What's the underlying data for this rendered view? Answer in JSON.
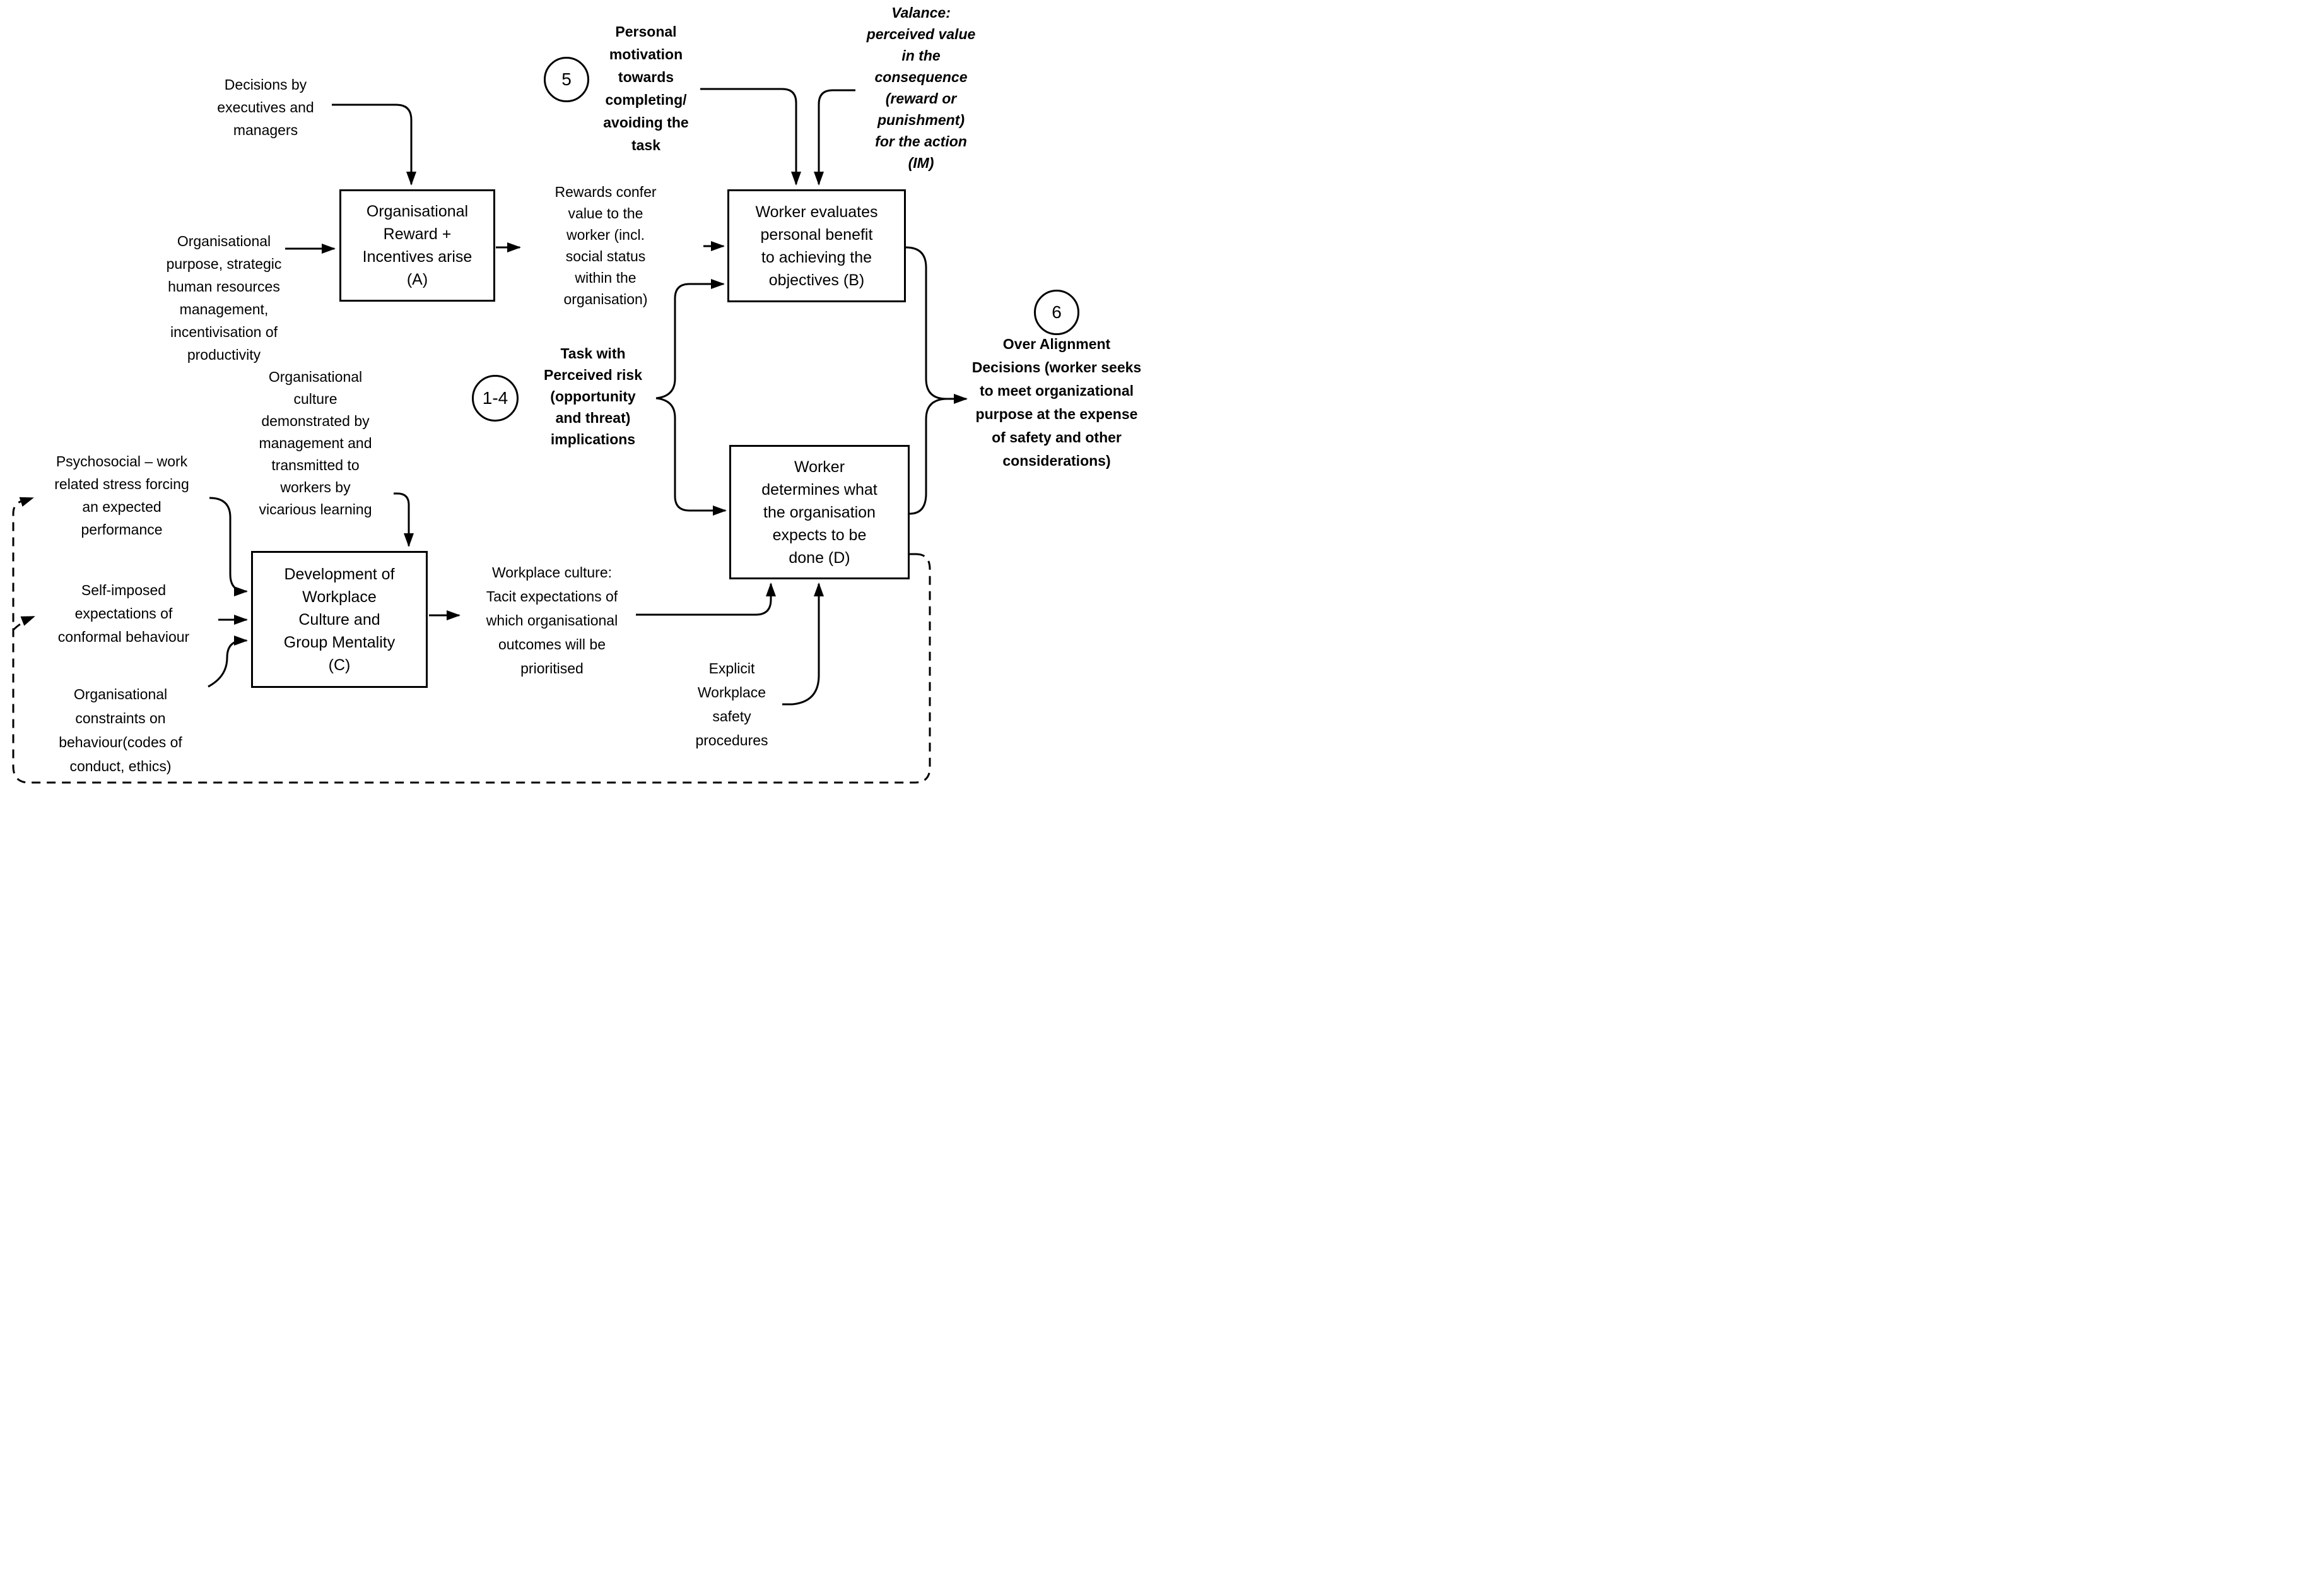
{
  "meta": {
    "background_color": "#ffffff",
    "ink_color": "#000000",
    "diagram_type": "flowchart"
  },
  "boxes": {
    "a": {
      "lines": [
        "Organisational",
        "Reward +",
        "Incentives arise",
        "(A)"
      ]
    },
    "b": {
      "lines": [
        "Worker evaluates",
        "personal benefit",
        "to achieving the",
        "objectives (B)"
      ]
    },
    "c": {
      "lines": [
        "Development of",
        "Workplace",
        "Culture and",
        "Group Mentality",
        "(C)"
      ]
    },
    "d": {
      "lines": [
        "Worker",
        "determines what",
        "the organisation",
        "expects to be",
        "done (D)"
      ]
    }
  },
  "badges": {
    "five": "5",
    "one_four": "1-4",
    "six": "6"
  },
  "labels": {
    "decisions": {
      "lines": [
        "Decisions by",
        "executives and",
        "managers"
      ]
    },
    "org_purpose": {
      "lines": [
        "Organisational",
        "purpose, strategic",
        "human resources",
        "management,",
        "incentivisation of",
        "productivity"
      ]
    },
    "rewards": {
      "lines": [
        "Rewards confer",
        "value to the",
        "worker  (incl.",
        "social status",
        "within the",
        "organisation)"
      ]
    },
    "personal_motivation": {
      "lines": [
        "Personal",
        "motivation",
        "towards",
        "completing/",
        "avoiding the",
        "task"
      ]
    },
    "valance": {
      "lines": [
        "Valance:",
        "perceived value",
        "in the",
        "consequence",
        "(reward or",
        "punishment)",
        "for the action",
        "(IM)"
      ]
    },
    "task_risk": {
      "lines": [
        "Task with",
        "Perceived  risk",
        "(opportunity",
        "and threat)",
        "implications"
      ]
    },
    "over_alignment": {
      "lines": [
        "Over Alignment",
        "Decisions (worker seeks",
        "to meet organizational",
        "purpose at the expense",
        "of safety and other",
        "considerations)"
      ]
    },
    "org_culture": {
      "lines": [
        "Organisational",
        "culture",
        "demonstrated by",
        "management and",
        "transmitted to",
        "workers by",
        "vicarious learning"
      ]
    },
    "psychosocial": {
      "lines": [
        "Psychosocial – work",
        "related stress forcing",
        "an expected",
        "performance"
      ]
    },
    "self_imposed": {
      "lines": [
        "Self-imposed",
        "expectations of",
        "conformal behaviour"
      ]
    },
    "org_constraints": {
      "lines": [
        "Organisational",
        "constraints on",
        "behaviour(codes of",
        "conduct, ethics)"
      ]
    },
    "workplace_culture": {
      "lines": [
        "Workplace culture:",
        "Tacit expectations of",
        "which organisational",
        "outcomes will be",
        "prioritised"
      ]
    },
    "explicit_safety": {
      "lines": [
        "Explicit",
        "Workplace",
        "safety",
        "procedures"
      ]
    }
  }
}
